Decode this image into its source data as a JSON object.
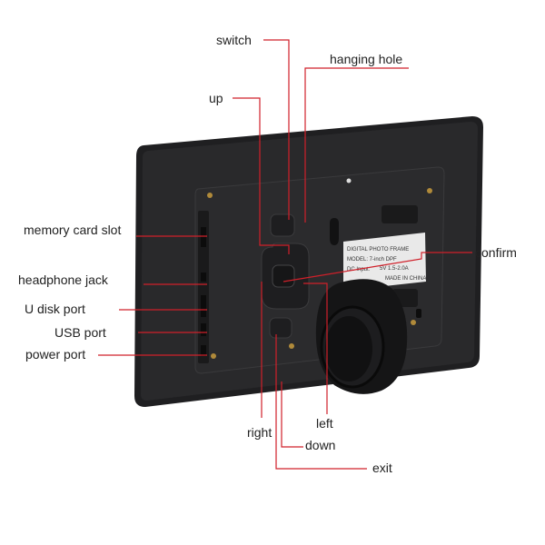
{
  "colors": {
    "leader": "#d0202a",
    "frame": "#1f1f21",
    "back_panel": "#2a2a2c",
    "plate": "#e9e9e9"
  },
  "labels": {
    "switch": "switch",
    "hanging_hole": "hanging hole",
    "up": "up",
    "memory_card_slot": "memory card slot",
    "headphone_jack": "headphone jack",
    "u_disk_port": "U disk port",
    "usb_port": "USB port",
    "power_port": "power port",
    "confirm": "confirm",
    "right": "right",
    "left": "left",
    "down": "down",
    "exit": "exit"
  },
  "plate": {
    "line1": "DIGITAL PHOTO FRAME",
    "line2": "MODEL: 7-inch  DPF",
    "line3": "DC Input:",
    "line4": "5V 1.5-2.0A",
    "line5": "MADE IN CHINA"
  }
}
